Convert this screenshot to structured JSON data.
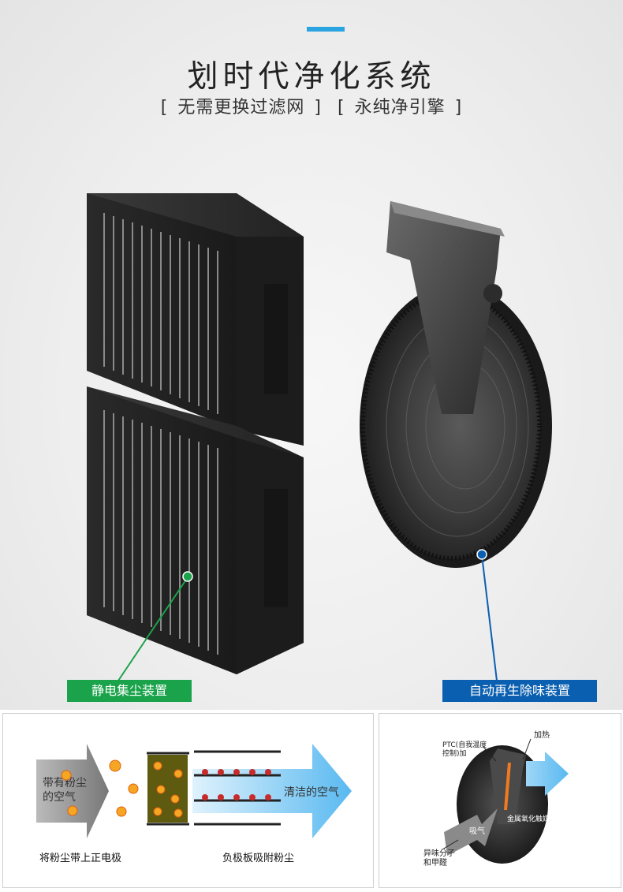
{
  "header": {
    "title": "划时代净化系统",
    "tags": [
      "无需更换过滤网",
      "永纯净引擎"
    ]
  },
  "products": {
    "left_caption": "静电集尘装置",
    "right_caption": "自动再生除味装置"
  },
  "diagram_left": {
    "arrow_in_text": "带有粉尘\n的空气",
    "arrow_out_text": "清洁的空气",
    "step1_label": "将粉尘带上正电极",
    "step2_label": "负极板吸附粉尘"
  },
  "diagram_right": {
    "label_ptc": "PTC(自我温度\n控制)加",
    "label_heat": "加热",
    "label_catalyst": "金属氧化触媒",
    "label_intake": "吸气",
    "label_molecules": "异味分子\n和甲醛"
  },
  "colors": {
    "accent": "#2aa4e0",
    "green": "#1aa34a",
    "blue": "#0b5fb0",
    "arrow_blue": "#59b9f0"
  }
}
